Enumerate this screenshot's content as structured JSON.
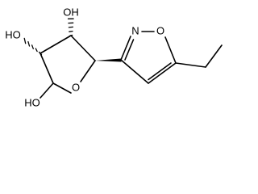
{
  "molecule": {
    "atoms": {
      "hydroxyl_top": "OH",
      "hydroxyl_left": "HO",
      "hydroxyl_bottom": "HO",
      "ring_oxygen": "O",
      "isoxazole_nitrogen": "N",
      "isoxazole_oxygen": "O"
    },
    "colors": {
      "bond": "#000000",
      "label": "#000000",
      "background": "#ffffff"
    }
  }
}
